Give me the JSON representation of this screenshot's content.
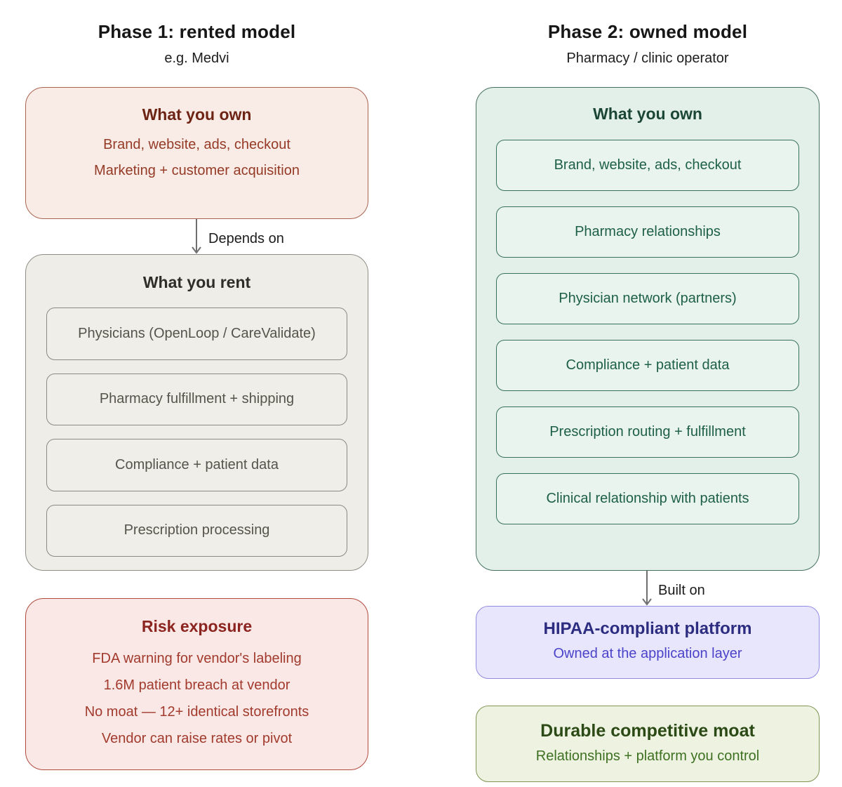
{
  "left": {
    "title": "Phase 1: rented model",
    "subtitle": "e.g. Medvi",
    "own_box": {
      "title": "What you own",
      "lines": [
        "Brand, website, ads, checkout",
        "Marketing + customer acquisition"
      ]
    },
    "arrow_label": "Depends on",
    "rent_box": {
      "title": "What you rent",
      "items": [
        "Physicians (OpenLoop / CareValidate)",
        "Pharmacy fulfillment + shipping",
        "Compliance + patient data",
        "Prescription processing"
      ]
    },
    "risk_box": {
      "title": "Risk exposure",
      "lines": [
        "FDA warning for vendor's labeling",
        "1.6M patient breach at vendor",
        "No moat — 12+ identical storefronts",
        "Vendor can raise rates or pivot"
      ]
    }
  },
  "right": {
    "title": "Phase 2: owned model",
    "subtitle": "Pharmacy / clinic operator",
    "own_box": {
      "title": "What you own",
      "items": [
        "Brand, website, ads, checkout",
        "Pharmacy relationships",
        "Physician network (partners)",
        "Compliance + patient data",
        "Prescription routing + fulfillment",
        "Clinical relationship with patients"
      ]
    },
    "arrow_label": "Built on",
    "platform_box": {
      "title": "HIPAA-compliant platform",
      "subtitle": "Owned at the application layer"
    },
    "moat_box": {
      "title": "Durable competitive moat",
      "subtitle": "Relationships + platform you control"
    }
  },
  "colors": {
    "rust_border": "#a96450",
    "rust_heading": "#6e2415",
    "rust_text": "#953a26",
    "risk_border": "#b14a3e",
    "risk_heading": "#8c2420",
    "risk_text": "#a23a2e",
    "neutral_bg": "#eeede7",
    "neutral_border": "#8e8e86",
    "neutral_text": "#55544c",
    "green_bg": "#e3f0e9",
    "green_border": "#47705f",
    "green_heading": "#1b4637",
    "green_text": "#1e5f49",
    "indigo_bg": "#e8e6fc",
    "indigo_border": "#918ce2",
    "indigo_heading": "#2c2c80",
    "indigo_text": "#4b43c9",
    "olive_bg": "#eef3e1",
    "olive_border": "#7f9554",
    "olive_heading": "#2c4a15",
    "olive_text": "#3e7021",
    "arrow": "#6f6f6f"
  }
}
